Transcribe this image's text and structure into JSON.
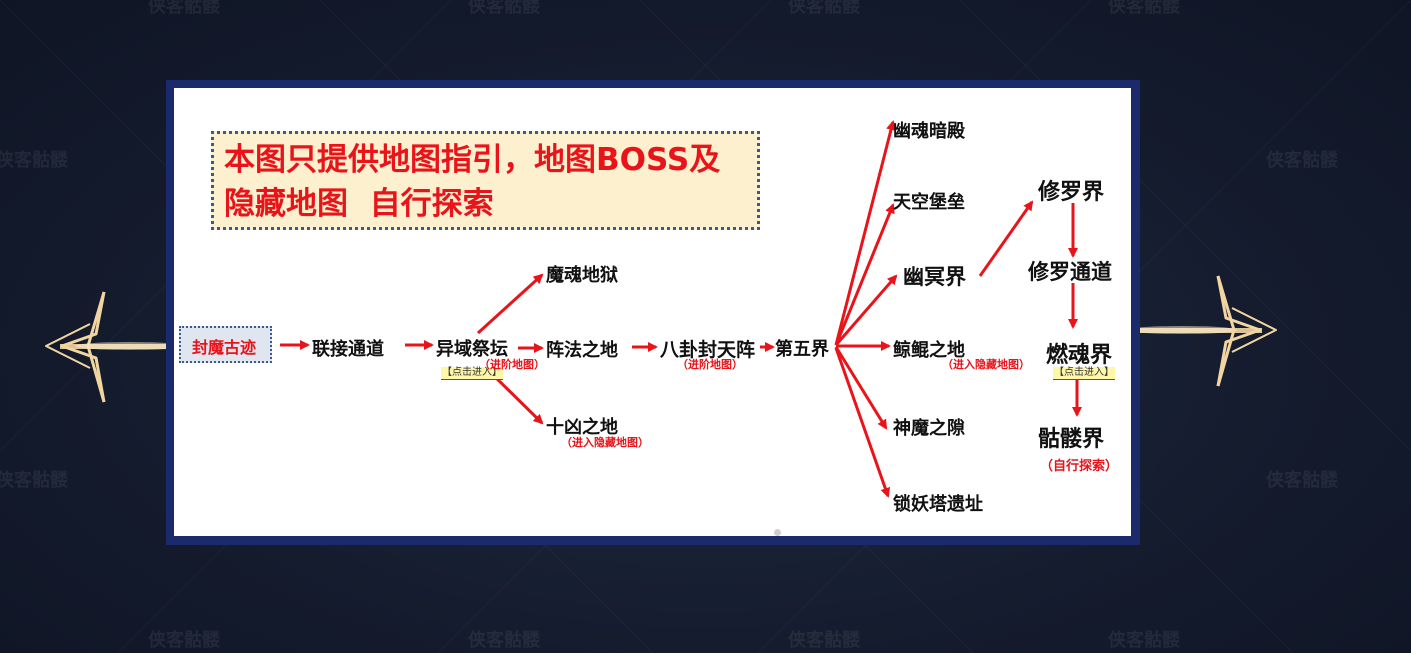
{
  "watermark": "侠客骷髅",
  "colors": {
    "background": "#141b2d",
    "frame": "#1a2a6b",
    "arrow": "#e8141a",
    "notice_bg": "#fdf0cf",
    "ornament": "#f2d6a2"
  },
  "icons": {
    "left": "winged-arrow-left-icon",
    "right": "winged-arrow-right-icon"
  },
  "notice": {
    "line1": "本图只提供地图指引，地图BOSS及",
    "line2": "隐藏地图  自行探索"
  },
  "map": {
    "start": "封魔古迹",
    "connect": "联接通道",
    "altar": "异域祭坛",
    "altar_click": "【点击进入】",
    "demon_hell": "魔魂地狱",
    "formation": "阵法之地",
    "formation_note": "（进阶地图）",
    "bagua": "八卦封天阵",
    "bagua_note": "（进阶地图）",
    "tenfierce": "十凶之地",
    "tenfierce_note": "（进入隐藏地图）",
    "fifth": "第五界",
    "ghost_palace": "幽魂暗殿",
    "sky_castle": "天空堡垒",
    "underworld": "幽冥界",
    "whale": "鲸鲲之地",
    "whale_note": "（进入隐藏地图）",
    "godrift": "神魔之隙",
    "tower": "锁妖塔遗址",
    "asura": "修罗界",
    "asura_path": "修罗通道",
    "soulburn": "燃魂界",
    "soulburn_click": "【点击进入】",
    "skeleton": "骷髅界",
    "skeleton_note": "（自行探索）"
  }
}
